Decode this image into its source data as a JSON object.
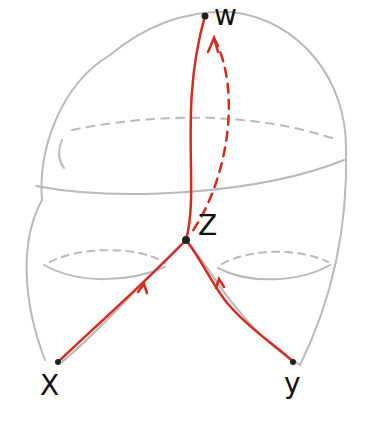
{
  "diagram": {
    "labels": [
      "w",
      "Z",
      "X",
      "y"
    ]
  }
}
